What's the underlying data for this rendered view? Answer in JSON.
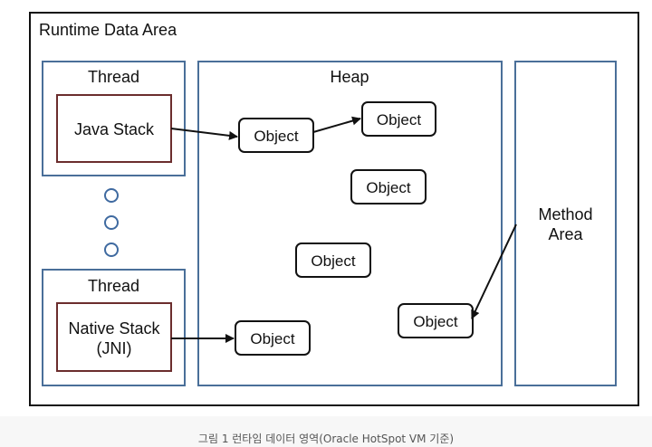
{
  "runtime_area": {
    "title": "Runtime Data Area"
  },
  "threads": [
    {
      "label": "Thread",
      "stack": {
        "line1": "Java Stack",
        "line2": ""
      }
    },
    {
      "label": "Thread",
      "stack": {
        "line1": "Native Stack",
        "line2": "(JNI)"
      }
    }
  ],
  "heap": {
    "label": "Heap",
    "objects": [
      "Object",
      "Object",
      "Object",
      "Object",
      "Object",
      "Object"
    ]
  },
  "method_area": {
    "line1": "Method",
    "line2": "Area"
  },
  "caption": "그림 1 런타임 데이터 영역(Oracle HotSpot VM 기준)",
  "colors": {
    "outer_border": "#111111",
    "region_border": "#4a6f99",
    "stack_border": "#6b2d2d",
    "dots": "#3f6aa0"
  }
}
